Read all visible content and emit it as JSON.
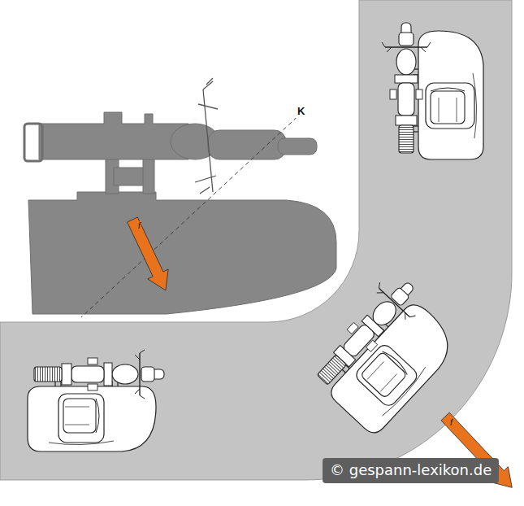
{
  "diagram": {
    "labels": [
      "K",
      "f",
      "f",
      "© gespann-lexikon.de"
    ]
  }
}
